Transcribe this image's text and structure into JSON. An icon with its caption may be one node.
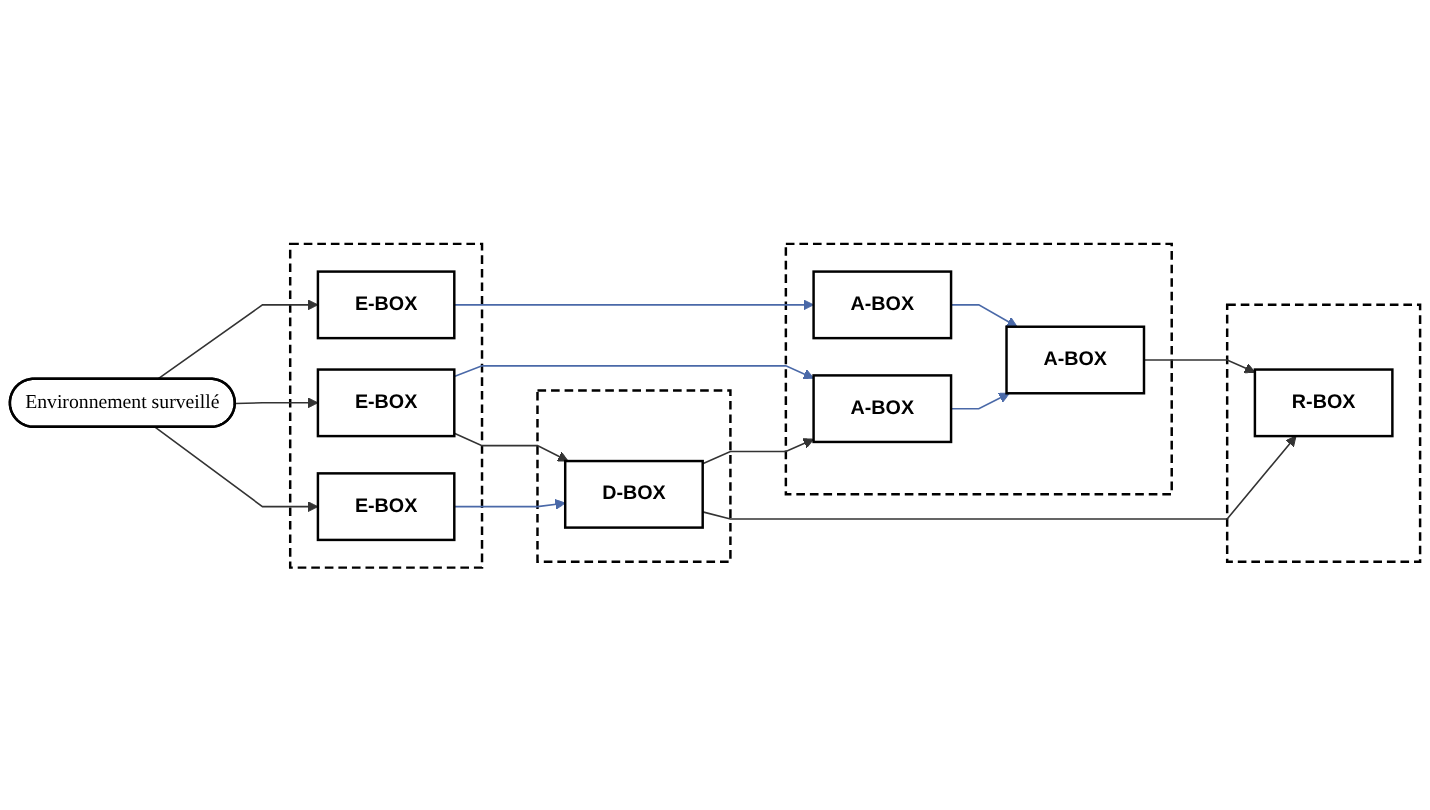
{
  "diagram": {
    "nodes": [
      {
        "text": [
          "Environnement surveillé"
        ]
      },
      {
        "text": [],
        "shape": "box"
      },
      {
        "text": [
          "E-BOX"
        ],
        "in": 1
      },
      {
        "text": [
          "E-BOX"
        ],
        "in": 1
      },
      {
        "text": [
          "E-BOX"
        ],
        "in": 1
      },
      {
        "text": [],
        "shape": "box"
      },
      {
        "text": [
          "A-BOX"
        ],
        "in": 5
      },
      {
        "text": [
          "A-BOX"
        ],
        "in": 5
      },
      {
        "text": [
          "A-BOX"
        ],
        "in": 5
      },
      {
        "text": [],
        "shape": "box"
      },
      {
        "text": [
          "D-BOX"
        ],
        "in": 9
      },
      {
        "text": [],
        "shape": "box"
      },
      {
        "text": [
          "R-BOX"
        ],
        "in": 11
      }
    ],
    "edges": [
      {
        "from": 0,
        "to": 2,
        "arrow": "to"
      },
      {
        "from": 0,
        "to": 3,
        "arrow": "to"
      },
      {
        "from": 0,
        "to": 4,
        "arrow": "to"
      },
      {
        "from": 2,
        "to": 6,
        "arrow": "to",
        "color": "#4a69a8"
      },
      {
        "from": 3,
        "to": 7,
        "arrow": "to",
        "color": "#4a69a8"
      },
      {
        "from": 6,
        "to": 8,
        "arrow": "to",
        "color": "#4a69a8"
      },
      {
        "from": 7,
        "to": 8,
        "arrow": "to",
        "color": "#4a69a8"
      },
      {
        "from": 3,
        "to": 10,
        "arrow": "to"
      },
      {
        "from": 4,
        "to": 10,
        "arrow": "to",
        "color": "#4a69a8"
      },
      {
        "from": 10,
        "to": 7,
        "arrow": "to"
      },
      {
        "from": 8,
        "to": 12,
        "arrow": "to"
      },
      {
        "from": 10,
        "to": 12,
        "arrow": "to"
      }
    ]
  }
}
